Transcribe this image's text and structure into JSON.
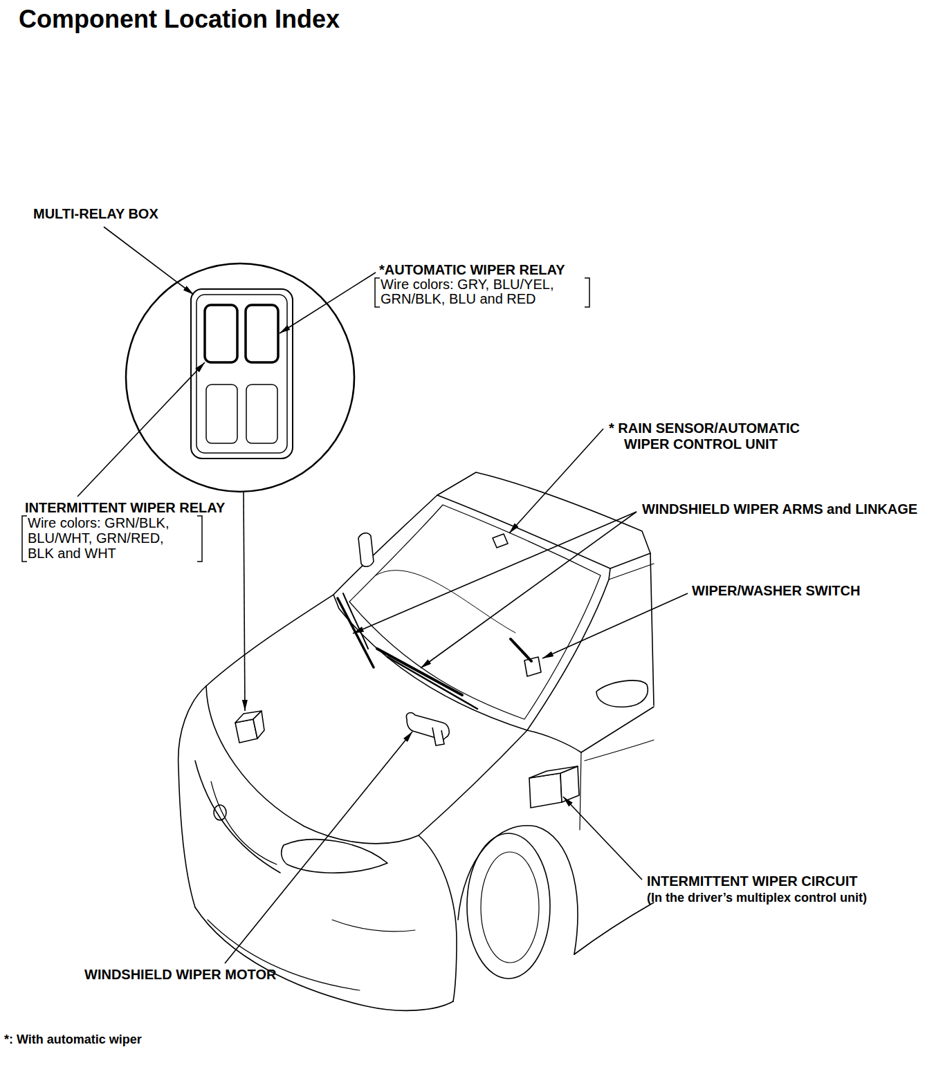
{
  "diagram": {
    "title": "Component Location Index",
    "labels": [
      "MULTI-RELAY BOX",
      "*AUTOMATIC WIPER RELAY",
      "Wire colors: GRY, BLU/YEL, GRN/BLK, BLU and RED",
      "* RAIN SENSOR/AUTOMATIC WIPER CONTROL UNIT",
      "INTERMITTENT WIPER RELAY",
      "Wire colors: GRN/BLK, BLU/WHT, GRN/RED, BLK and WHT",
      "WINDSHIELD WIPER ARMS and LINKAGE",
      "WIPER/WASHER SWITCH",
      "INTERMITTENT WIPER CIRCUIT",
      "(In the driver’s multiplex control unit)",
      "WINDSHIELD WIPER MOTOR",
      "*: With automatic wiper"
    ]
  }
}
